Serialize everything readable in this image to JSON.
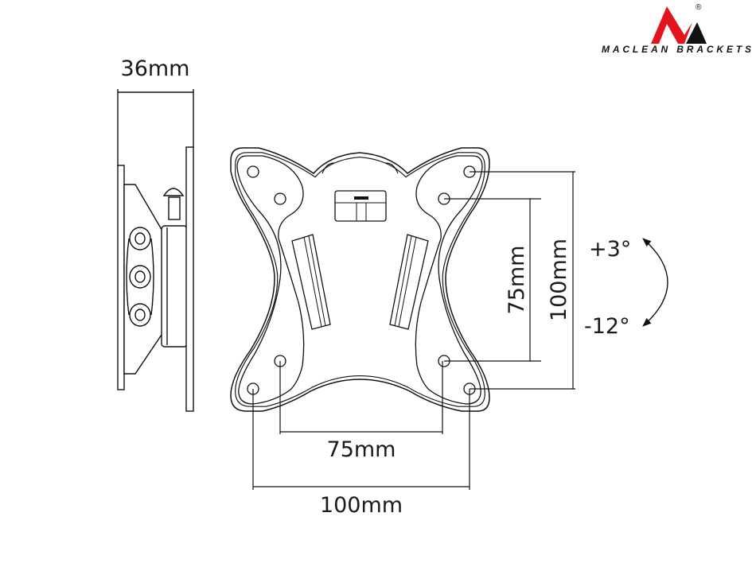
{
  "brand": {
    "name": "MACLEAN BRACKETS",
    "registered": "®",
    "colors": {
      "red": "#e3141b",
      "black": "#111111"
    }
  },
  "side_view": {
    "depth_label": "36mm"
  },
  "front_view": {
    "vertical_inner_label": "75mm",
    "vertical_outer_label": "100mm",
    "horizontal_inner_label": "75mm",
    "horizontal_outer_label": "100mm"
  },
  "tilt": {
    "up_label": "+3°",
    "down_label": "-12°"
  }
}
